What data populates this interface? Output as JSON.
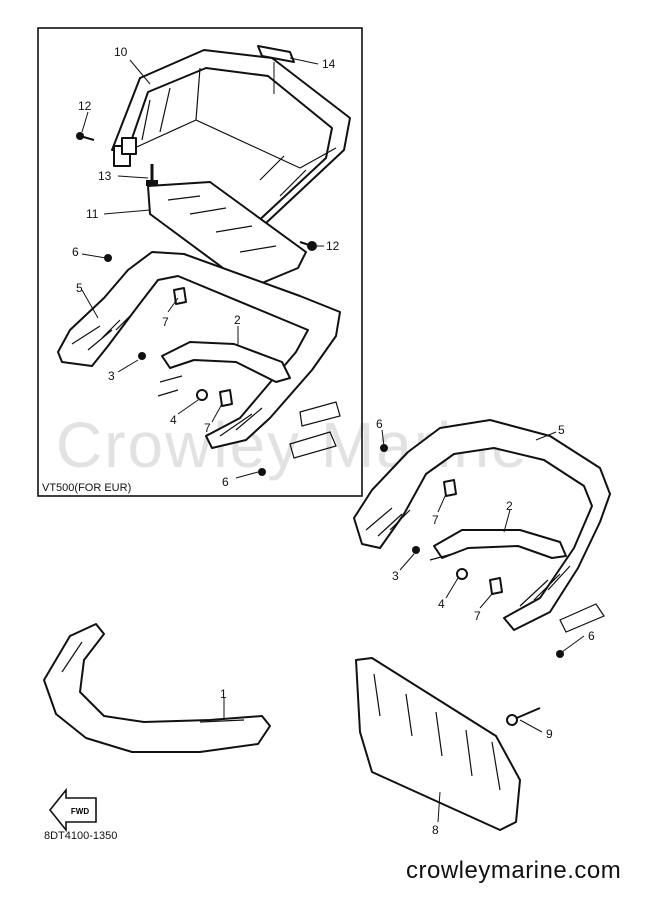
{
  "inset_label": "VT500(FOR EUR)",
  "drawing_code": "8DT4100-1350",
  "site": "crowleymarine.com",
  "watermark": "Crowley Marine",
  "fwd_mark": "FWD",
  "callouts": [
    {
      "id": "c10",
      "text": "10"
    },
    {
      "id": "c14",
      "text": "14"
    },
    {
      "id": "c12a",
      "text": "12"
    },
    {
      "id": "c13",
      "text": "13"
    },
    {
      "id": "c11",
      "text": "11"
    },
    {
      "id": "c12b",
      "text": "12"
    },
    {
      "id": "c6a",
      "text": "6"
    },
    {
      "id": "c5a",
      "text": "5"
    },
    {
      "id": "c7a",
      "text": "7"
    },
    {
      "id": "c2a",
      "text": "2"
    },
    {
      "id": "c3a",
      "text": "3"
    },
    {
      "id": "c4a",
      "text": "4"
    },
    {
      "id": "c7b",
      "text": "7"
    },
    {
      "id": "c6b",
      "text": "6"
    },
    {
      "id": "c6c",
      "text": "6"
    },
    {
      "id": "c5b",
      "text": "5"
    },
    {
      "id": "c7c",
      "text": "7"
    },
    {
      "id": "c2b",
      "text": "2"
    },
    {
      "id": "c3b",
      "text": "3"
    },
    {
      "id": "c4b",
      "text": "4"
    },
    {
      "id": "c7d",
      "text": "7"
    },
    {
      "id": "c6d",
      "text": "6"
    },
    {
      "id": "c1",
      "text": "1"
    },
    {
      "id": "c9",
      "text": "9"
    },
    {
      "id": "c8",
      "text": "8"
    }
  ]
}
